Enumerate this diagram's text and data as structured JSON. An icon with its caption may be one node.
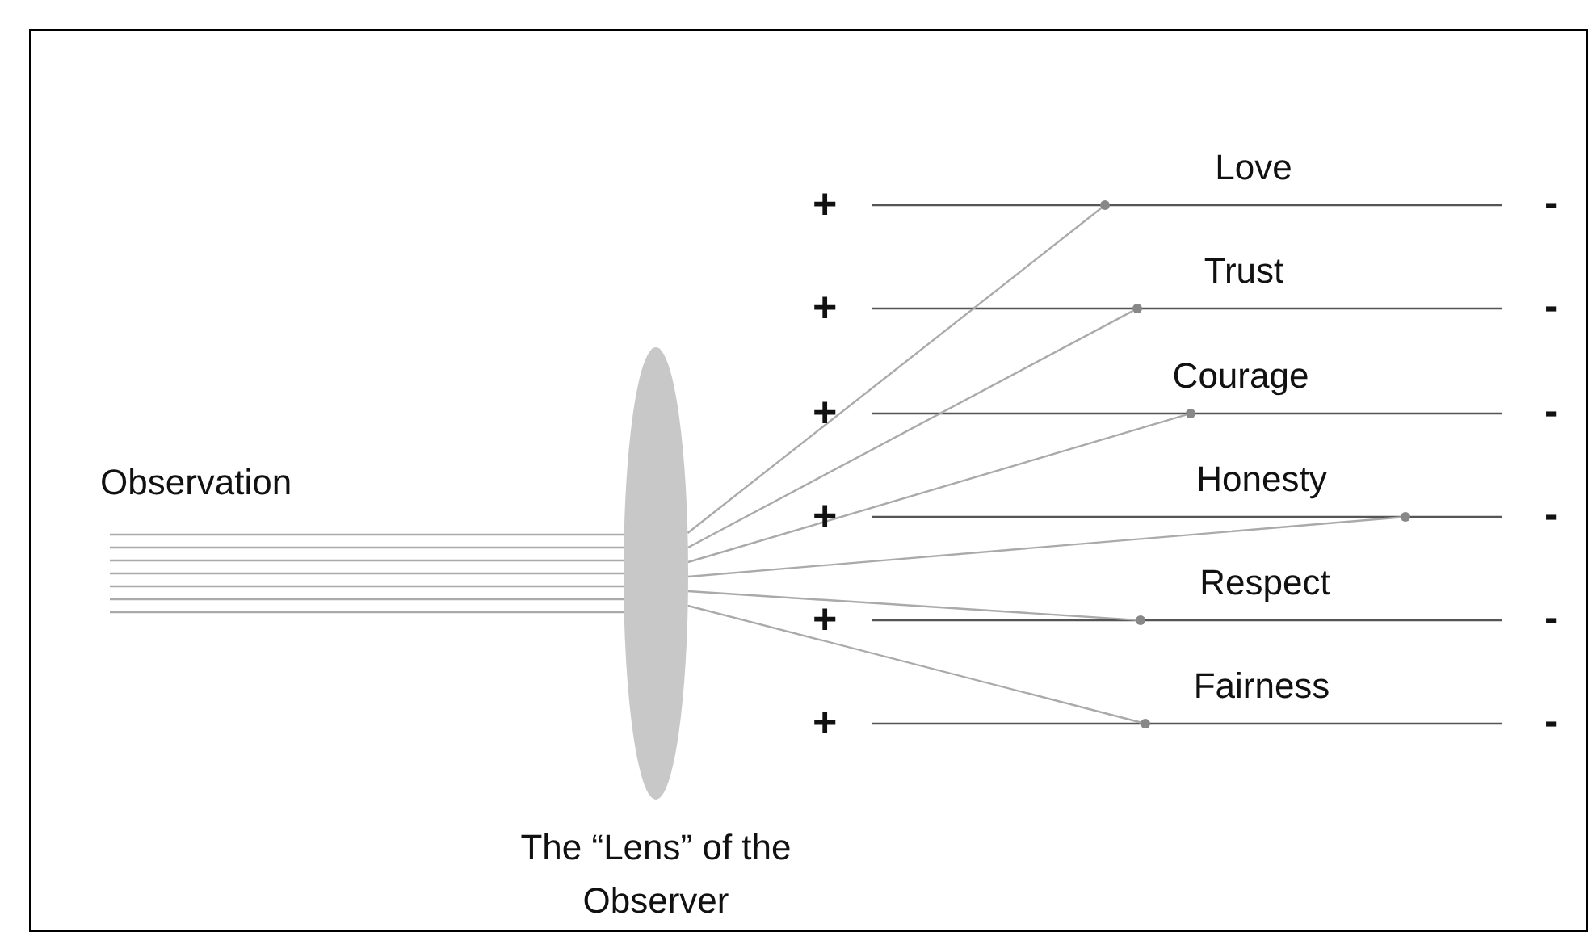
{
  "diagram": {
    "nodes": [
      {
        "text": [
          "Observation"
        ]
      },
      {
        "text": [],
        "shape": "ellipse",
        "beside": [
          "The “Lens” of the Observer"
        ]
      },
      {
        "text": [],
        "shape": "circle"
      },
      {
        "text": [],
        "shape": "circle"
      },
      {
        "text": [],
        "shape": "circle"
      },
      {
        "text": [],
        "shape": "circle"
      },
      {
        "text": [],
        "shape": "circle"
      },
      {
        "text": [],
        "shape": "circle"
      }
    ],
    "edges": [
      {
        "from": null,
        "to": 1,
        "arrow": "none"
      },
      {
        "from": null,
        "to": 1,
        "arrow": "none"
      },
      {
        "from": null,
        "to": 1,
        "arrow": "none"
      },
      {
        "from": null,
        "to": 1,
        "arrow": "none"
      },
      {
        "from": null,
        "to": 1,
        "arrow": "none"
      },
      {
        "from": null,
        "to": 1,
        "arrow": "none"
      },
      {
        "from": null,
        "to": 1,
        "arrow": "none"
      },
      {
        "from": 1,
        "to": 2,
        "arrow": "none"
      },
      {
        "from": 1,
        "to": 3,
        "arrow": "none"
      },
      {
        "from": 1,
        "to": 4,
        "arrow": "none"
      },
      {
        "from": 1,
        "to": 5,
        "arrow": "none"
      },
      {
        "from": 1,
        "to": 6,
        "arrow": "none"
      },
      {
        "from": 1,
        "to": 7,
        "arrow": "none"
      }
    ],
    "labels": [
      "Love",
      "+",
      "-",
      "Trust",
      "+",
      "-",
      "Courage",
      "+",
      "-",
      "Honesty",
      "+",
      "-",
      "Respect",
      "+",
      "-",
      "Fairness",
      "+",
      "-"
    ]
  }
}
